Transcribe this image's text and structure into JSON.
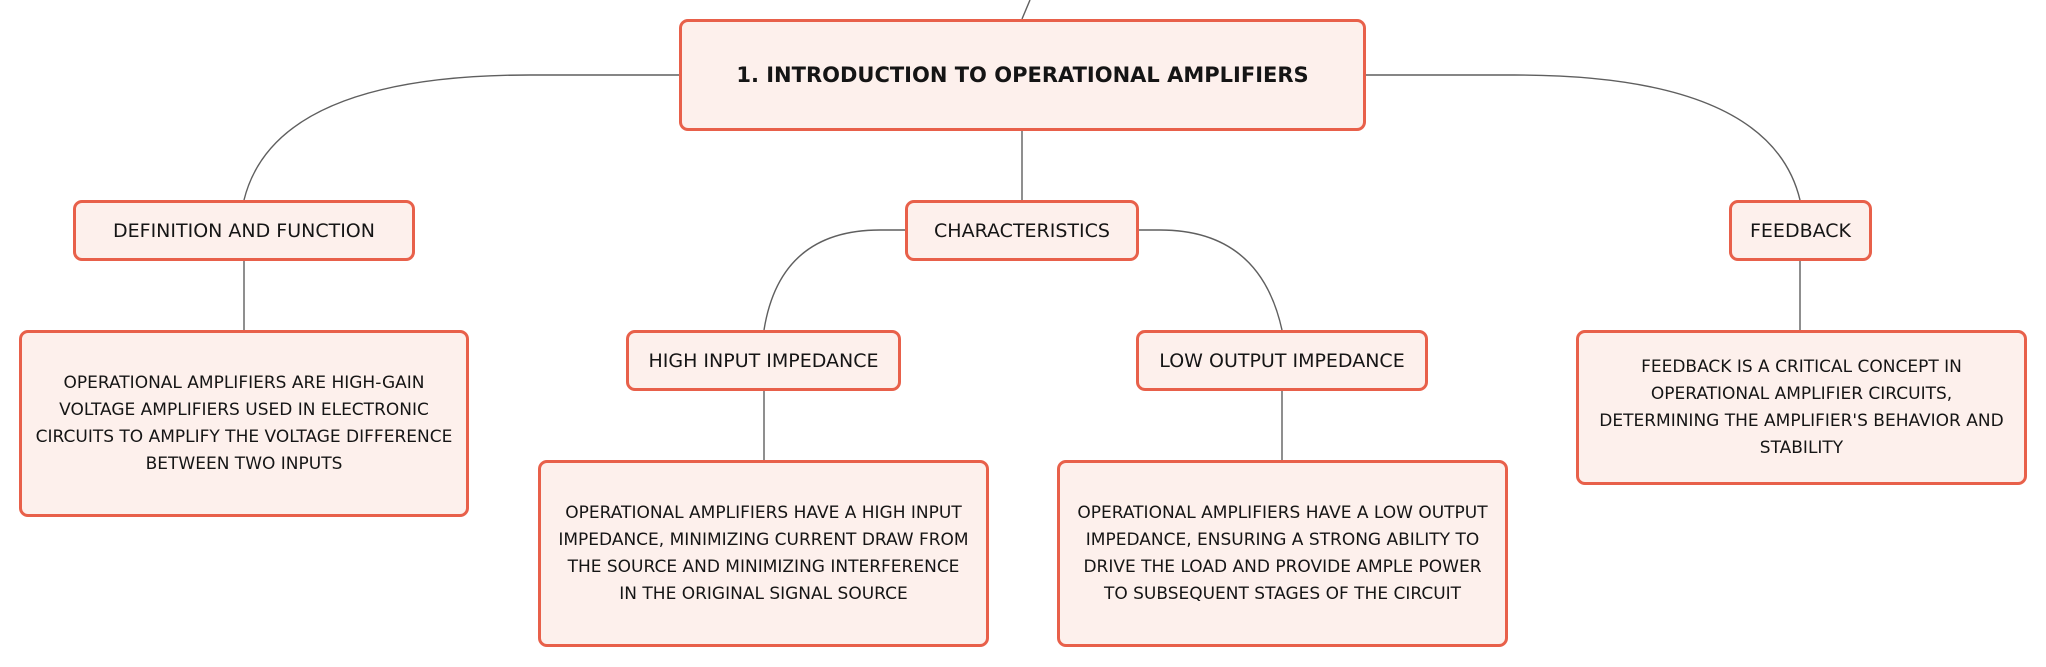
{
  "root": {
    "label": "1. INTRODUCTION TO OPERATIONAL AMPLIFIERS"
  },
  "topics": {
    "definition": {
      "label": "DEFINITION AND FUNCTION",
      "detail": "OPERATIONAL AMPLIFIERS ARE HIGH-GAIN VOLTAGE AMPLIFIERS USED IN ELECTRONIC CIRCUITS TO AMPLIFY THE VOLTAGE DIFFERENCE BETWEEN TWO INPUTS"
    },
    "characteristics": {
      "label": "CHARACTERISTICS",
      "subtopics": {
        "high_input": {
          "label": "HIGH INPUT IMPEDANCE",
          "detail": "OPERATIONAL AMPLIFIERS HAVE A HIGH INPUT IMPEDANCE, MINIMIZING CURRENT DRAW FROM THE SOURCE AND MINIMIZING INTERFERENCE IN THE ORIGINAL SIGNAL SOURCE"
        },
        "low_output": {
          "label": "LOW OUTPUT IMPEDANCE",
          "detail": "OPERATIONAL AMPLIFIERS HAVE A LOW OUTPUT IMPEDANCE, ENSURING A STRONG ABILITY TO DRIVE THE LOAD AND PROVIDE AMPLE POWER TO SUBSEQUENT STAGES OF THE CIRCUIT"
        }
      }
    },
    "feedback": {
      "label": "FEEDBACK",
      "detail": "FEEDBACK IS A CRITICAL CONCEPT IN OPERATIONAL AMPLIFIER CIRCUITS, DETERMINING THE AMPLIFIER'S BEHAVIOR AND STABILITY"
    }
  },
  "colors": {
    "node_border": "#e8604a",
    "node_fill": "#fdf0ec",
    "connector": "#5f5f5f",
    "text": "#151515"
  }
}
